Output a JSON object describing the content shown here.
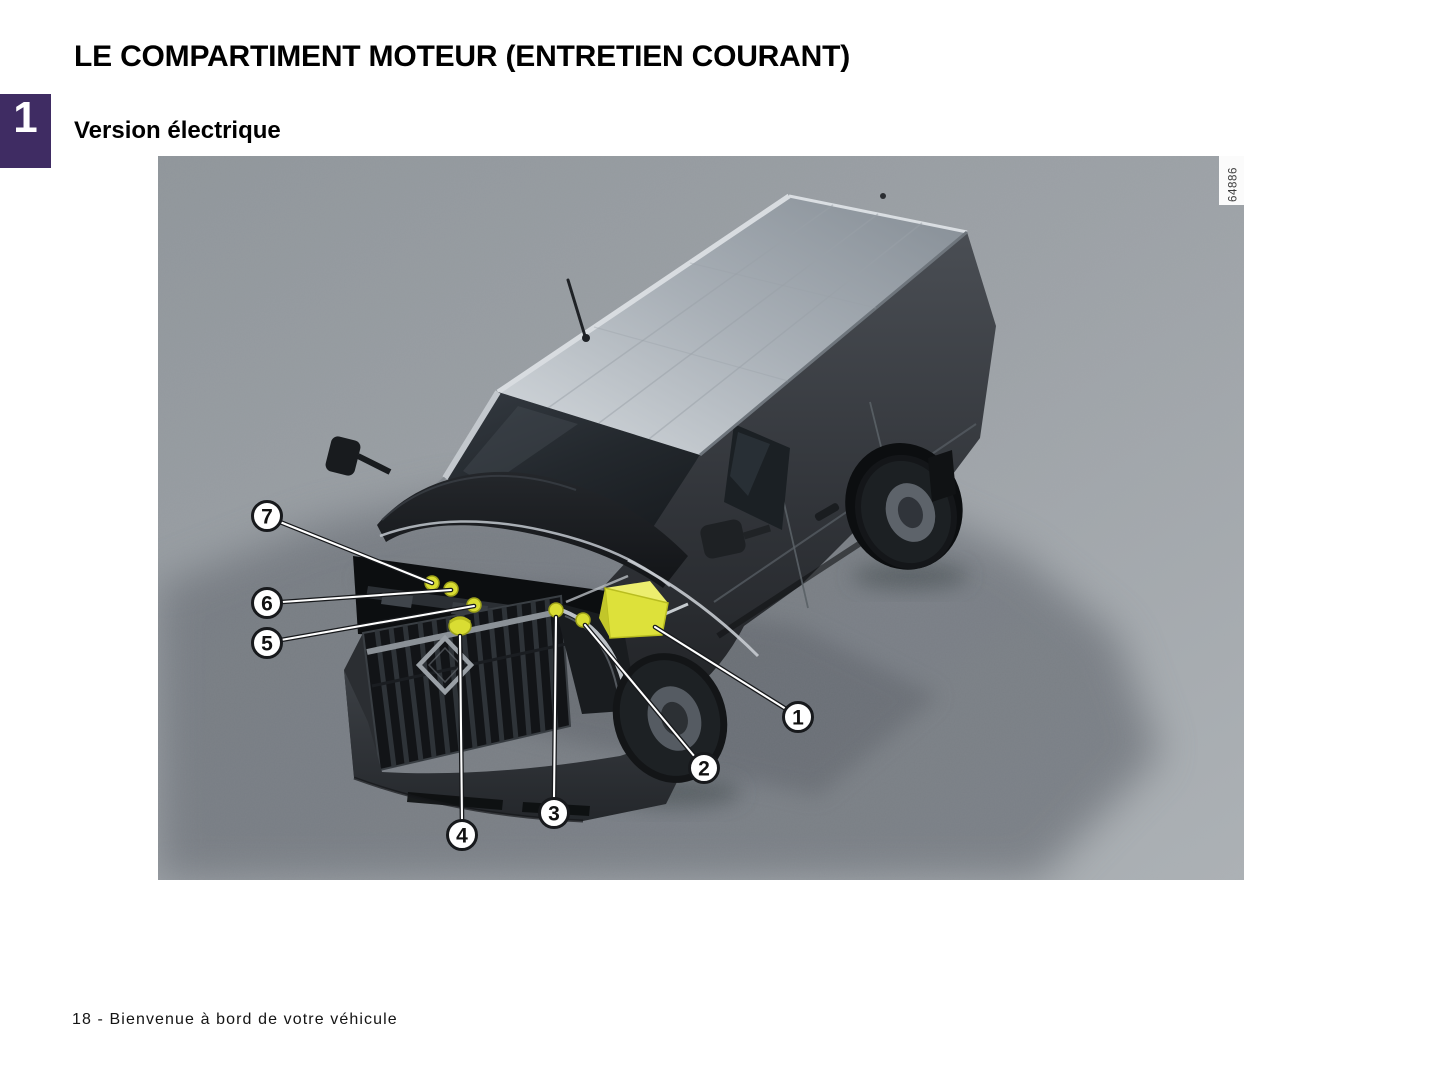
{
  "page": {
    "title": "LE COMPARTIMENT MOTEUR (ENTRETIEN COURANT)",
    "section_number": "1",
    "subtitle": "Version électrique",
    "footer": "18 - Bienvenue à bord de votre véhicule"
  },
  "figure": {
    "image_ref": "64886",
    "alt": "Fourgon Renault vu de trois quarts avant avec capot ouvert, éléments d'entretien surlignés en jaune",
    "callouts": [
      {
        "label": "1"
      },
      {
        "label": "2"
      },
      {
        "label": "3"
      },
      {
        "label": "4"
      },
      {
        "label": "5"
      },
      {
        "label": "6"
      },
      {
        "label": "7"
      }
    ]
  },
  "colors": {
    "section_tab_bg": "#3F2C63",
    "highlight_yellow": "#C9CD33"
  }
}
